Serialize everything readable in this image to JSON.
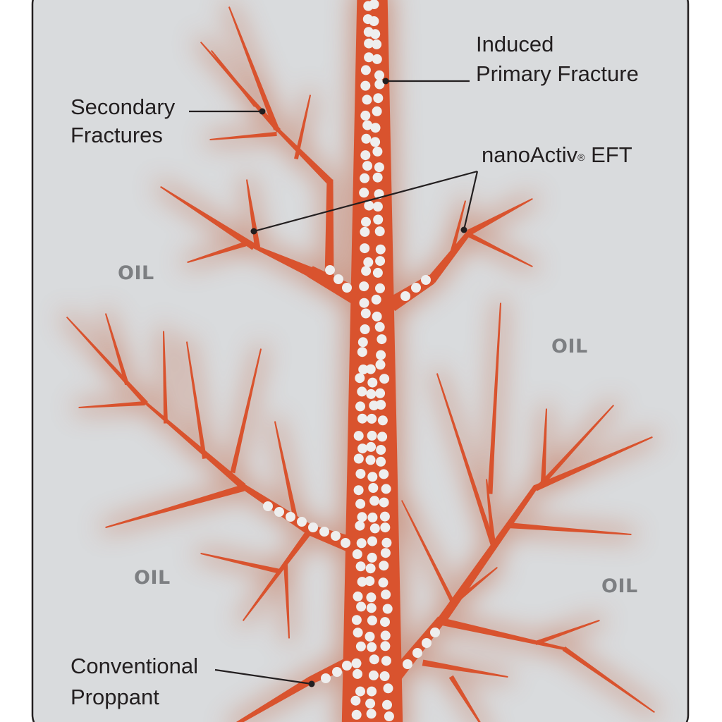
{
  "labels": {
    "primary_line1": "Induced",
    "primary_line2": "Primary Fracture",
    "secondary_line1": "Secondary",
    "secondary_line2": "Fractures",
    "nano_name": "nanoActiv",
    "nano_mark": "®",
    "nano_suffix": " EFT",
    "proppant_line1": "Conventional",
    "proppant_line2": "Proppant"
  },
  "oil_labels": [
    "OIL",
    "OIL",
    "OIL",
    "OIL"
  ],
  "colors": {
    "fracture": "#d9532e",
    "glow": "#c8826a",
    "background": "#d9dbdd",
    "proppant": "#eeeeee",
    "text": "#231f20",
    "oil_text": "#7d7f82"
  }
}
